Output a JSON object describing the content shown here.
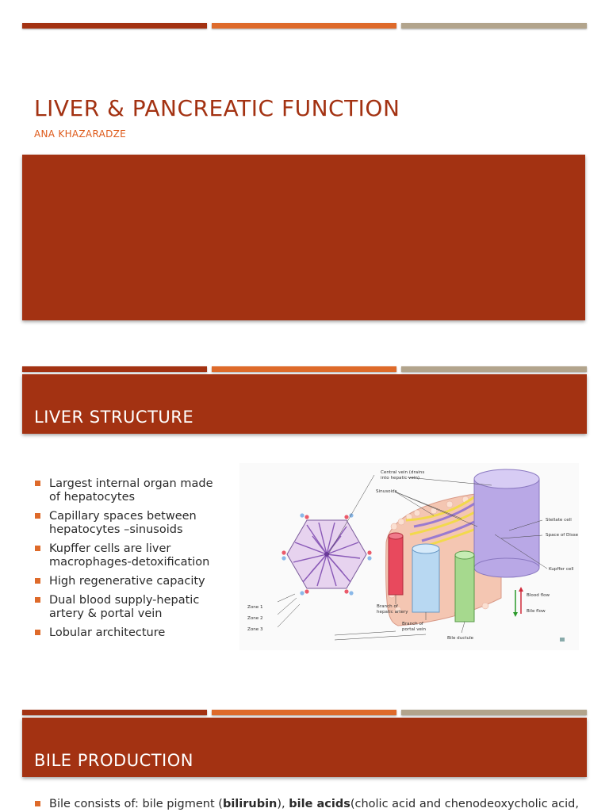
{
  "slide1": {
    "title": "LIVER & PANCREATIC FUNCTION",
    "subtitle": "ANA KHAZARADZE"
  },
  "slide2": {
    "title": "LIVER STRUCTURE",
    "bullets": [
      "Largest internal organ made of hepatocytes",
      "Capillary spaces between hepatocytes –sinusoids",
      "Kupffer cells are liver macrophages-detoxification",
      "High regenerative capacity",
      "Dual blood supply-hepatic artery & portal vein",
      "Lobular architecture"
    ],
    "figure_labels": {
      "central_vein": "Central vein (drains",
      "central_vein_2": "into hepatic vein)",
      "sinusoids": "Sinusoids",
      "stellate_cell": "Stellate cell",
      "space_of_disse": "Space of Disse",
      "kupffer_cell": "Kupffer cell",
      "blood_flow": "Blood flow",
      "bile_flow": "Bile flow",
      "zone1": "Zone 1",
      "zone2": "Zone 2",
      "zone3": "Zone 3",
      "hepatic_artery": "Branch of",
      "hepatic_artery_2": "hepatic artery",
      "portal_vein": "Branch of",
      "portal_vein_2": "portal vein",
      "bile_ductule": "Bile ductule"
    }
  },
  "slide3": {
    "title": "BILE PRODUCTION",
    "bullet_prefix": "Bile consists of: bile pigment (",
    "bullet_bold1": "bilirubin",
    "bullet_mid": "), ",
    "bullet_bold2": "bile acids",
    "bullet_suffix": "(cholic acid and chenodeoxycholic acid,"
  },
  "colors": {
    "accent_dark": "#a33212",
    "accent_orange": "#de6a2a",
    "accent_tan": "#b2a48c"
  }
}
